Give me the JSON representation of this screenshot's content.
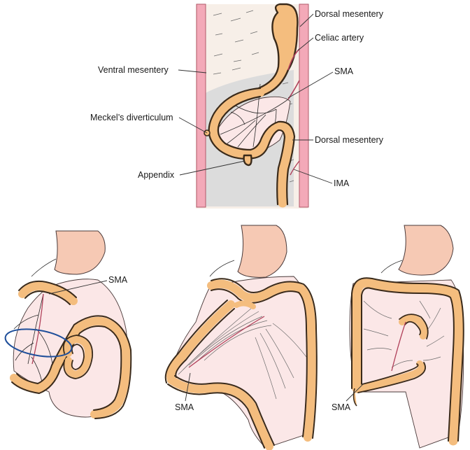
{
  "labels": {
    "dorsal_mesentery_top": "Dorsal mesentery",
    "celiac_artery": "Celiac artery",
    "ventral_mesentery": "Ventral mesentery",
    "sma_top": "SMA",
    "meckels_diverticulum": "Meckel’s diverticulum",
    "dorsal_mesentery_mid": "Dorsal mesentery",
    "appendix": "Appendix",
    "ima": "IMA",
    "sma_left": "SMA",
    "sma_center": "SMA",
    "sma_right": "SMA"
  },
  "colors": {
    "gut": "#f4bd7e",
    "body_wall": "#f3a9b8",
    "mesentery": "#fbe7e7",
    "stomach": "#f6c9b4",
    "cavity_gray": "#dcdcdc",
    "outline": "#3a2a1a",
    "vessel": "#b0405a"
  }
}
